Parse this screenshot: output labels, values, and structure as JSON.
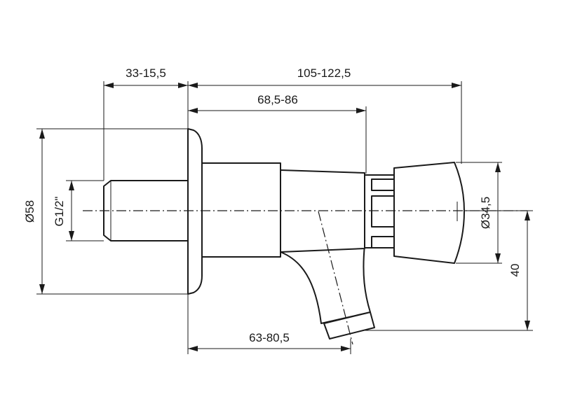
{
  "dimensions": {
    "flange_depth": "33-15,5",
    "overall_length": "105-122,5",
    "body_length": "68,5-86",
    "flange_diameter": "Ø58",
    "thread": "G1/2\"",
    "knob_diameter": "Ø34,5",
    "outlet_drop": "40",
    "outlet_offset": "63-80,5"
  }
}
